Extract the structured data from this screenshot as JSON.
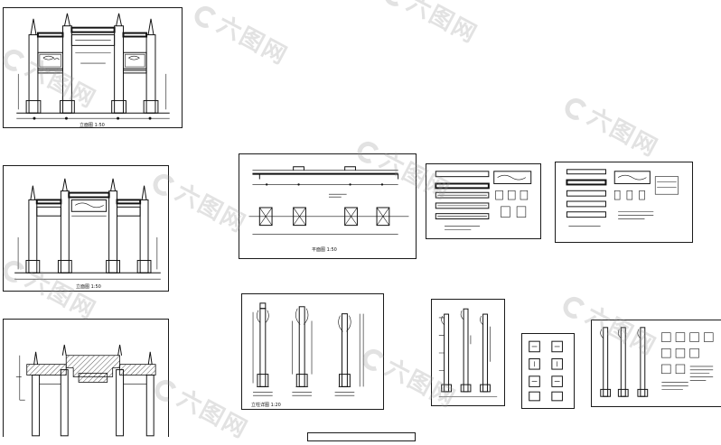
{
  "watermark": {
    "text": "六图网",
    "icon": "g-logo-icon",
    "color": "#969696"
  },
  "sheets": [
    {
      "id": "arch-elevation-1",
      "caption": "立面图 1:50"
    },
    {
      "id": "arch-elevation-2",
      "caption": "立面图 1:50"
    },
    {
      "id": "arch-section",
      "caption": ""
    },
    {
      "id": "plan-and-beam",
      "caption": "平面图 1:50"
    },
    {
      "id": "beam-details-1",
      "caption": ""
    },
    {
      "id": "beam-details-2",
      "caption": ""
    },
    {
      "id": "pillar-elevations",
      "caption": "立柱详图 1:20"
    },
    {
      "id": "pillar-sections",
      "caption": ""
    },
    {
      "id": "joint-details",
      "caption": ""
    },
    {
      "id": "pillar-notes",
      "caption": ""
    }
  ]
}
